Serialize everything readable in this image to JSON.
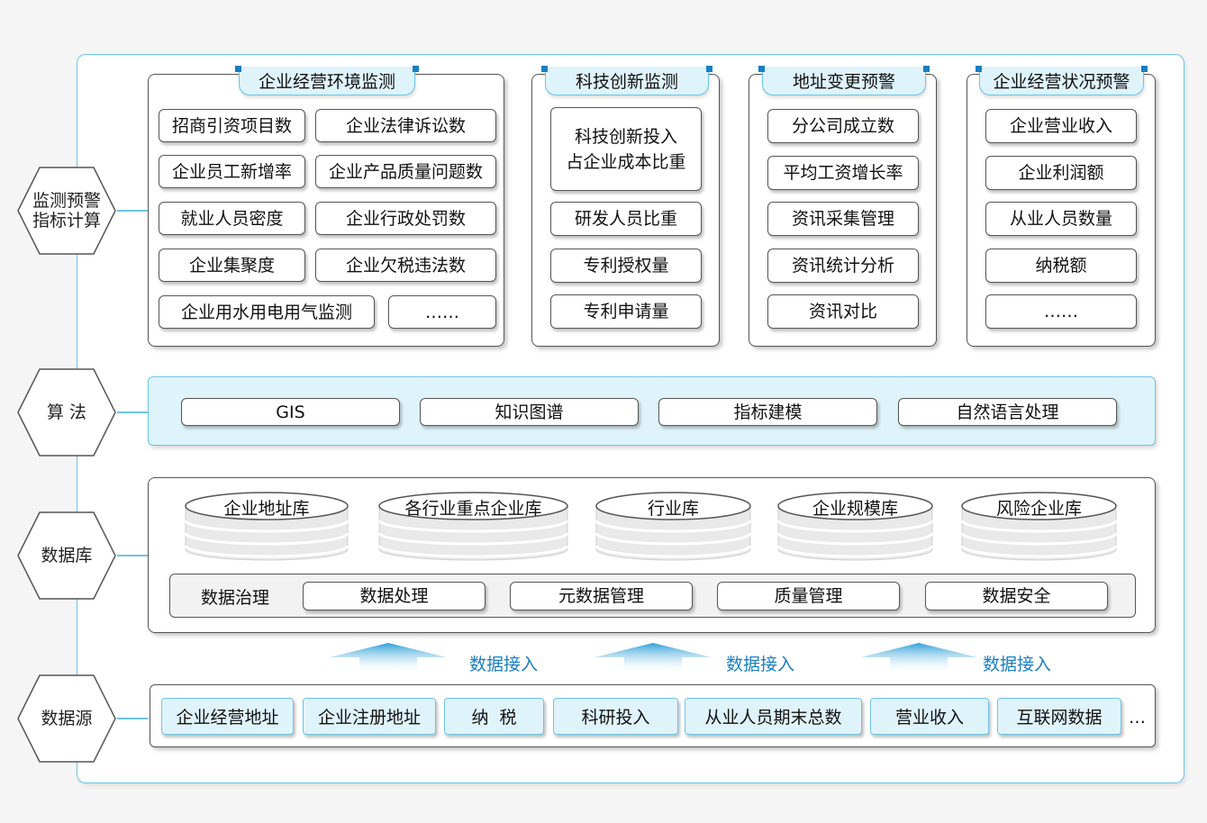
{
  "layers": [
    {
      "label": "监测预警\n指标计算"
    },
    {
      "label": "算 法"
    },
    {
      "label": "数据库"
    },
    {
      "label": "数据源"
    }
  ],
  "monitor_panels": [
    {
      "title": "企业经营环境监测",
      "items": [
        "招商引资项目数",
        "企业法律诉讼数",
        "企业员工新增率",
        "企业产品质量问题数",
        "就业人员密度",
        "企业行政处罚数",
        "企业集聚度",
        "企业欠税违法数",
        "企业用水用电用气监测",
        "……"
      ]
    },
    {
      "title": "科技创新监测",
      "items": [
        "科技创新投入\n占企业成本比重",
        "研发人员比重",
        "专利授权量",
        "专利申请量"
      ]
    },
    {
      "title": "地址变更预警",
      "items": [
        "分公司成立数",
        "平均工资增长率",
        "资讯采集管理",
        "资讯统计分析",
        "资讯对比"
      ]
    },
    {
      "title": "企业经营状况预警",
      "items": [
        "企业营业收入",
        "企业利润额",
        "从业人员数量",
        "纳税额",
        "……"
      ]
    }
  ],
  "algorithms": [
    "GIS",
    "知识图谱",
    "指标建模",
    "自然语言处理"
  ],
  "databases": [
    "企业地址库",
    "各行业重点企业库",
    "行业库",
    "企业规模库",
    "风险企业库"
  ],
  "governance": {
    "label": "数据治理",
    "items": [
      "数据处理",
      "元数据管理",
      "质量管理",
      "数据安全"
    ]
  },
  "data_access_label": "数据接入",
  "sources": [
    "企业经营地址",
    "企业注册地址",
    "纳  税",
    "科研投入",
    "从业人员期末总数",
    "营业收入",
    "互联网数据"
  ],
  "sources_more": "…",
  "colors": {
    "accent_line": "#6cc4e6",
    "tab_fill": "#dff3fb",
    "accent_text": "#1a7fc0",
    "border": "#555555"
  }
}
